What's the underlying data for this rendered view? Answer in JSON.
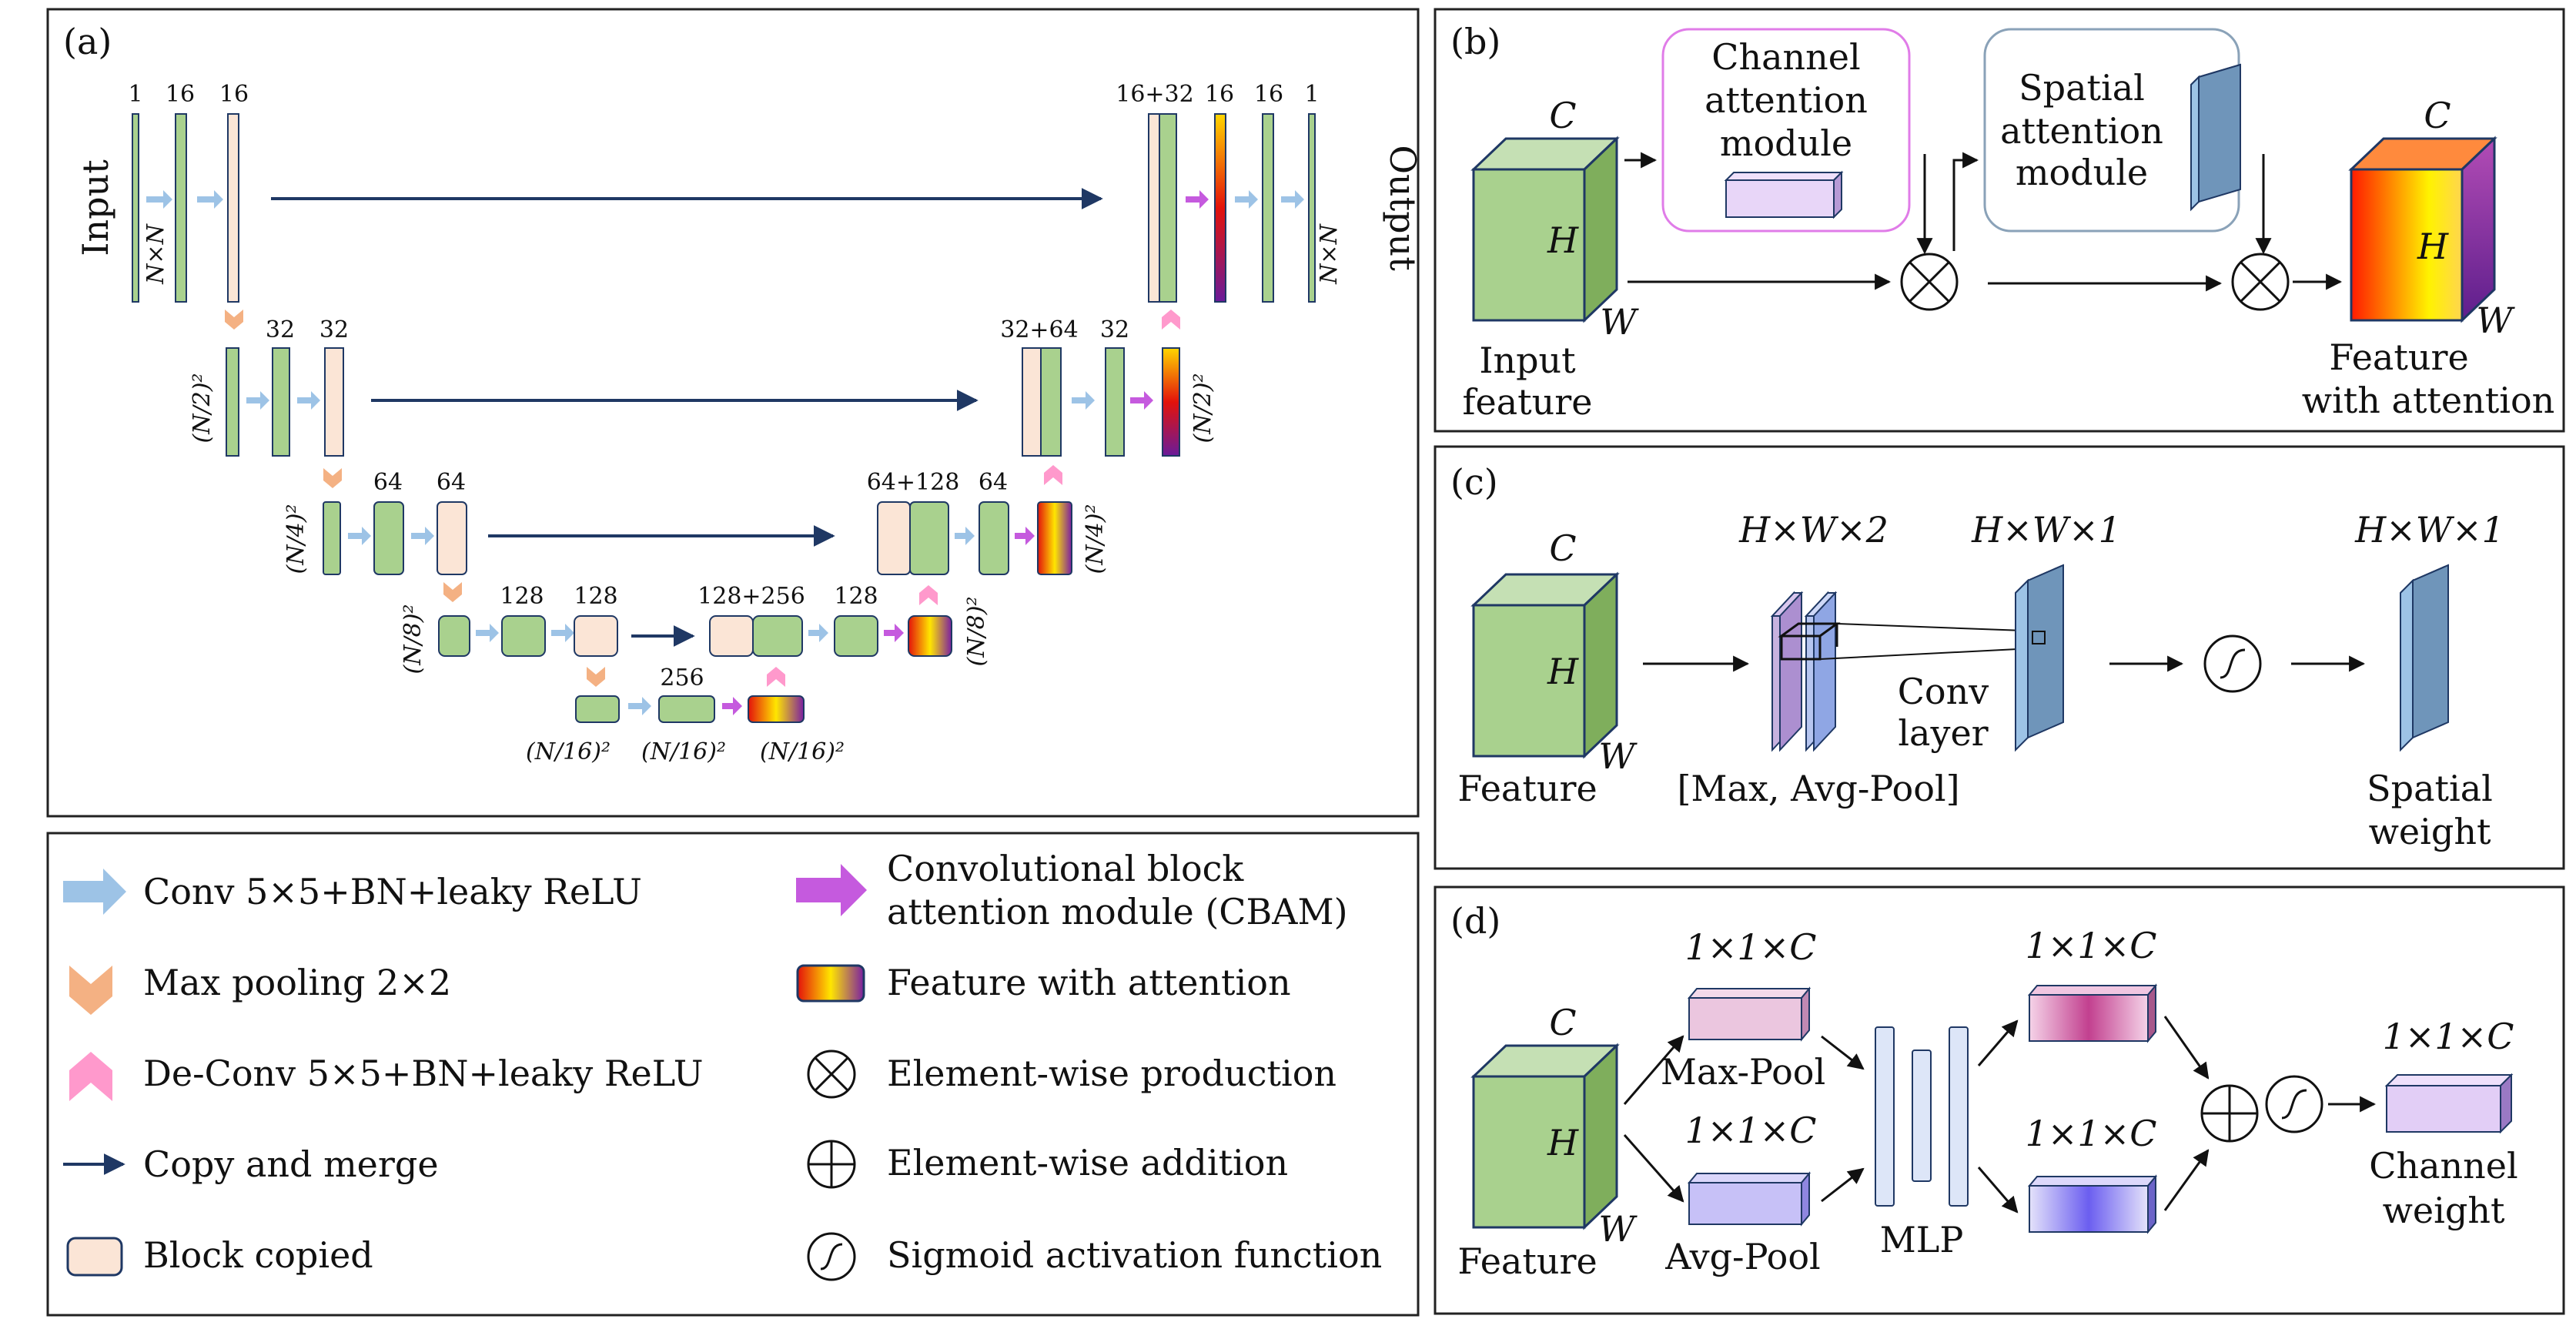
{
  "panels": {
    "a": {
      "tag": "(a)",
      "input_label": "Input",
      "output_label": "Output",
      "level0": {
        "c1": "1",
        "c2": "16",
        "c3": "16",
        "merge": "16+32",
        "d1": "16",
        "d2": "16",
        "d3": "1",
        "size_left": "N×N",
        "size_right": "N×N"
      },
      "level1": {
        "c1": "32",
        "c2": "32",
        "merge": "32+64",
        "d1": "32",
        "size_left": "(N/2)²",
        "size_right": "(N/2)²"
      },
      "level2": {
        "c1": "64",
        "c2": "64",
        "merge": "64+128",
        "d1": "64",
        "size_left": "(N/4)²",
        "size_right": "(N/4)²"
      },
      "level3": {
        "c1": "128",
        "c2": "128",
        "merge": "128+256",
        "d1": "128",
        "size_left": "(N/8)²",
        "size_right": "(N/8)²"
      },
      "level4": {
        "c1": "256",
        "s1": "(N/16)²",
        "s2": "(N/16)²",
        "s3": "(N/16)²"
      }
    },
    "b": {
      "tag": "(b)",
      "channel_module": [
        "Channel",
        "attention",
        "module"
      ],
      "spatial_module": [
        "Spatial",
        "attention",
        "module"
      ],
      "input_feature": [
        "Input",
        "feature"
      ],
      "output_feature": [
        "Feature",
        "with attention"
      ],
      "C": "C",
      "H": "H",
      "W": "W"
    },
    "c": {
      "tag": "(c)",
      "feature": "Feature",
      "pool_dim": "H×W×2",
      "conv_dim": "H×W×1",
      "out_dim": "H×W×1",
      "pool_label": "[Max, Avg-Pool]",
      "conv_label": [
        "Conv",
        "layer"
      ],
      "out_label": [
        "Spatial",
        "weight"
      ],
      "C": "C",
      "H": "H",
      "W": "W"
    },
    "d": {
      "tag": "(d)",
      "feature": "Feature",
      "max_dim": "1×1×C",
      "avg_dim": "1×1×C",
      "mlp_top_dim": "1×1×C",
      "mlp_bot_dim": "1×1×C",
      "out_dim": "1×1×C",
      "max_label": "Max-Pool",
      "avg_label": "Avg-Pool",
      "mlp_label": "MLP",
      "out_label": [
        "Channel",
        "weight"
      ],
      "C": "C",
      "H": "H",
      "W": "W"
    }
  },
  "legend": {
    "conv": "Conv 5×5+BN+leaky ReLU",
    "maxpool": "Max pooling 2×2",
    "deconv": "De-Conv 5×5+BN+leaky ReLU",
    "copy": "Copy and merge",
    "copied": "Block copied",
    "cbam": [
      "Convolutional block",
      "attention module (CBAM)"
    ],
    "feat_att": "Feature with attention",
    "mult": "Element-wise production",
    "add": "Element-wise addition",
    "sigmoid": "Sigmoid activation function"
  },
  "colors": {
    "green": "#a9d18e",
    "copied": "#fbe5d6",
    "conv_arrow": "#9dc3e6",
    "pool": "#f4b183",
    "deconv": "#ff99cc",
    "cbam": "#c55ade",
    "navy": "#1f3864"
  }
}
